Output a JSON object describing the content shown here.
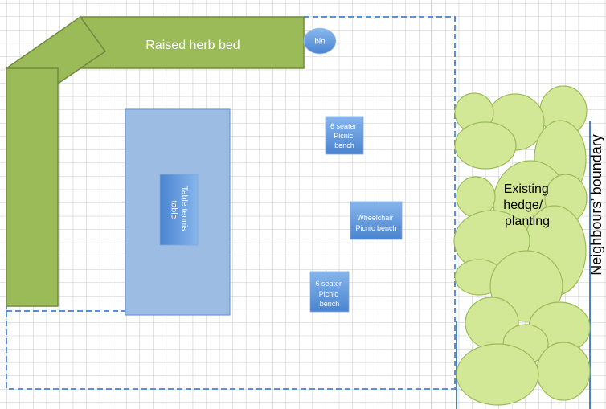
{
  "diagram": {
    "herb_bed": {
      "label": "Raised herb bed"
    },
    "bin": {
      "label": "bin"
    },
    "table_tennis": {
      "lines": [
        "Table tennis",
        "table"
      ]
    },
    "picnic_bench_top": {
      "lines": [
        "6 seater",
        "Picnic",
        "bench"
      ]
    },
    "wheelchair_bench": {
      "lines": [
        "Wheelchair",
        "Picnic bench"
      ]
    },
    "picnic_bench_bottom": {
      "lines": [
        "6 seater",
        "Picnic",
        "bench"
      ]
    },
    "hedge": {
      "lines": [
        "Existing",
        "hedge/",
        "planting"
      ]
    },
    "boundary": {
      "label": "Neighbours’ boundary"
    }
  },
  "colors": {
    "herb_bed": "#9bbb59",
    "herb_bed_outline": "#71893f",
    "furniture": "#4f81bd",
    "play_area": "#9cbce4",
    "play_area_outline": "#6b9ad6",
    "hedge": "#d3e897",
    "hedge_outline": "#9bbb59",
    "site_boundary": "#5b8fd6",
    "boundary_line": "#4f81bd",
    "grid": "#c6c6c6"
  }
}
